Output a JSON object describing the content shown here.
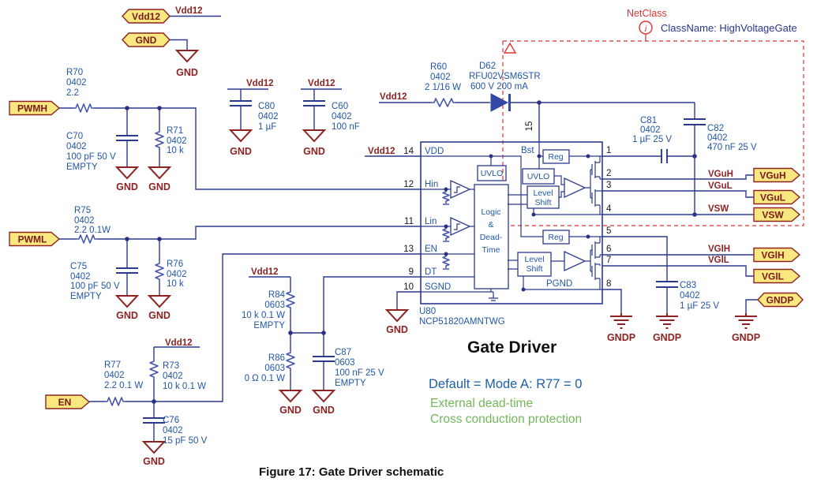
{
  "figure": {
    "caption": "Figure 17: Gate Driver schematic"
  },
  "colors": {
    "wire_blue": "#2b3a8e",
    "label_blue": "#2156a5",
    "net_maroon": "#8e2222",
    "port_fill": "#f8e87f",
    "annotation_red": "#e03131",
    "note_green": "#74b75a",
    "note_blue": "#1d5fa6",
    "black": "#101010"
  },
  "nets": {
    "vdd12": "Vdd12",
    "gnd": "GND",
    "gndp": "GNDP",
    "vguh": "VGuH",
    "vgul": "VGuL",
    "vsw": "VSW",
    "vglh": "VGlH",
    "vgll": "VGlL"
  },
  "ports": {
    "pwmh": "PWMH",
    "pwml": "PWML",
    "en": "EN",
    "vdd12": "Vdd12",
    "gnd": "GND",
    "vguh": "VGuH",
    "vgul": "VGuL",
    "vsw": "VSW",
    "vglh": "VGlH",
    "vgll": "VGlL",
    "gndp": "GNDP"
  },
  "components": {
    "r70": {
      "designator": "R70",
      "footprint": "0402",
      "value": "2.2"
    },
    "r71": {
      "designator": "R71",
      "footprint": "0402",
      "value": "10 k"
    },
    "c70": {
      "designator": "C70",
      "footprint": "0402",
      "value": "100 pF 50 V",
      "note": "EMPTY"
    },
    "c80": {
      "designator": "C80",
      "footprint": "0402",
      "value": "1 µF"
    },
    "c60": {
      "designator": "C60",
      "footprint": "0402",
      "value": "100 nF"
    },
    "r60": {
      "designator": "R60",
      "footprint": "0402",
      "value": "2 1/16 W"
    },
    "d62": {
      "designator": "D62",
      "part": "RFU02VSM6STR",
      "value": "600 V 200 mA"
    },
    "r75": {
      "designator": "R75",
      "footprint": "0402",
      "value": "2.2 0.1W"
    },
    "c75": {
      "designator": "C75",
      "footprint": "0402",
      "value": "100 pF 50 V",
      "note": "EMPTY"
    },
    "r76": {
      "designator": "R76",
      "footprint": "0402",
      "value": "10 k"
    },
    "r77": {
      "designator": "R77",
      "footprint": "0402",
      "value": "2.2 0.1 W"
    },
    "r73": {
      "designator": "R73",
      "footprint": "0402",
      "value": "10 k 0.1 W"
    },
    "c76": {
      "designator": "C76",
      "footprint": "0402",
      "value": "15 pF 50 V"
    },
    "r84": {
      "designator": "R84",
      "footprint": "0603",
      "value": "10 k 0.1 W",
      "note": "EMPTY"
    },
    "r86": {
      "designator": "R86",
      "footprint": "0603",
      "value": "0 Ω 0.1 W"
    },
    "c87": {
      "designator": "C87",
      "footprint": "0603",
      "value": "100 nF 25 V",
      "note": "EMPTY"
    },
    "c81": {
      "designator": "C81",
      "footprint": "0402",
      "value": "1 µF 25 V"
    },
    "c82": {
      "designator": "C82",
      "footprint": "0402",
      "value": "470 nF 25 V"
    },
    "c83": {
      "designator": "C83",
      "footprint": "0402",
      "value": "1 µF 25 V"
    }
  },
  "ic": {
    "designator": "U80",
    "part": "NCP51820AMNTWG",
    "title": "Gate Driver",
    "pgnd": "PGND",
    "pin_top": {
      "num": "15",
      "name": "Bst"
    },
    "pins_left": [
      {
        "num": "14",
        "name": "VDD"
      },
      {
        "num": "12",
        "name": "Hin"
      },
      {
        "num": "11",
        "name": "Lin"
      },
      {
        "num": "13",
        "name": "EN"
      },
      {
        "num": "9",
        "name": "DT"
      },
      {
        "num": "10",
        "name": "SGND"
      }
    ],
    "pins_right": [
      {
        "num": "1"
      },
      {
        "num": "2"
      },
      {
        "num": "3"
      },
      {
        "num": "4"
      },
      {
        "num": "5"
      },
      {
        "num": "6"
      },
      {
        "num": "7"
      },
      {
        "num": "8"
      }
    ],
    "blocks": {
      "uvlo": "UVLO",
      "reg": "Reg",
      "logic_lines": [
        "Logic",
        "&",
        "Dead-",
        "Time"
      ],
      "level_shift_lines": [
        "Level",
        "Shift"
      ]
    }
  },
  "netclass": {
    "label": "NetClass",
    "icon": "i",
    "info": "ClassName: HighVoltageGate"
  },
  "notes": {
    "mode": "Default = Mode A: R77 = 0",
    "green1": "External dead-time",
    "green2": "Cross conduction protection"
  }
}
